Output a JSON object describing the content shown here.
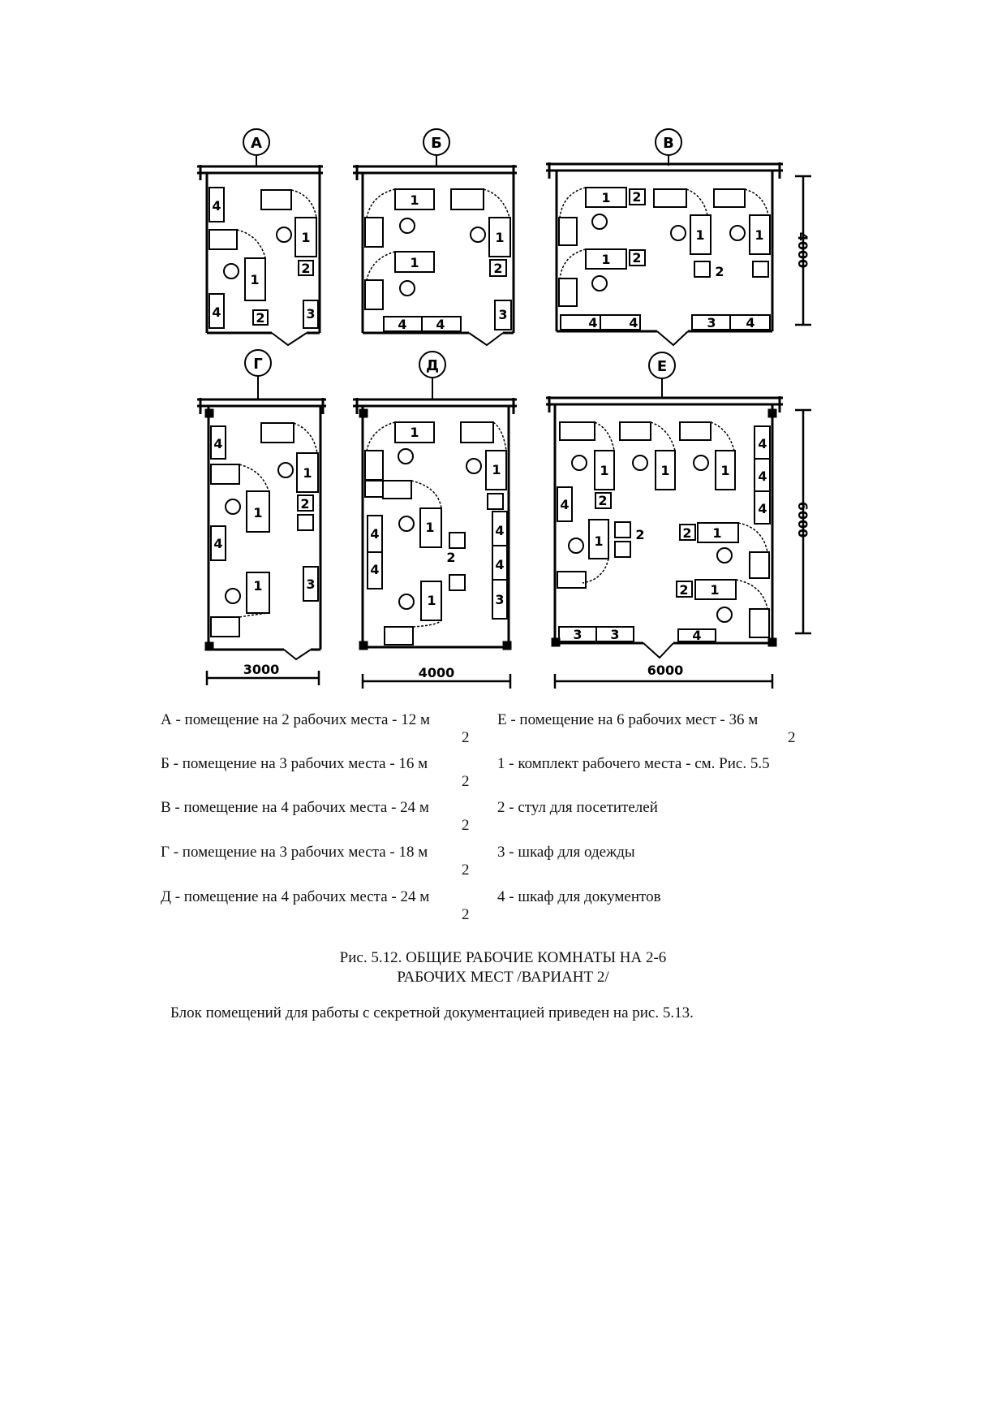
{
  "diagram": {
    "rooms": [
      {
        "id": "A",
        "label": "А"
      },
      {
        "id": "B",
        "label": "Б"
      },
      {
        "id": "V",
        "label": "В"
      },
      {
        "id": "G",
        "label": "Г"
      },
      {
        "id": "D",
        "label": "Д"
      },
      {
        "id": "E",
        "label": "Е"
      }
    ],
    "dimensions": {
      "width_a": "3000",
      "width_b": "4000",
      "width_c": "6000",
      "height_top": "4000",
      "height_bottom": "6000"
    },
    "marker_labels": [
      "1",
      "2",
      "3",
      "4"
    ]
  },
  "legend": {
    "left": [
      {
        "text": "А - помещение на 2 рабочих места - 12 м",
        "sup": "2"
      },
      {
        "text": "Б - помещение на 3 рабочих места - 16 м",
        "sup": "2"
      },
      {
        "text": "В - помещение на 4 рабочих места - 24 м",
        "sup": "2"
      },
      {
        "text": "Г - помещение на 3 рабочих места - 18 м",
        "sup": "2"
      },
      {
        "text": "Д - помещение на 4 рабочих места - 24 м",
        "sup": "2"
      }
    ],
    "right": [
      {
        "text": "Е - помещение на 6 рабочих мест - 36 м",
        "sup": "2"
      },
      {
        "text": "1 - комплект рабочего места - см. Рис. 5.5",
        "sup": ""
      },
      {
        "text": "2 - стул для посетителей",
        "sup": ""
      },
      {
        "text": "3 - шкаф для одежды",
        "sup": ""
      },
      {
        "text": "4 - шкаф для документов",
        "sup": ""
      }
    ]
  },
  "caption": {
    "line1": "Рис. 5.12. ОБЩИЕ РАБОЧИЕ КОМНАТЫ НА 2-6",
    "line2": "РАБОЧИХ МЕСТ /ВАРИАНТ 2/"
  },
  "paragraph": "Блок помещений для работы с секретной документацией приведен на рис. 5.13."
}
